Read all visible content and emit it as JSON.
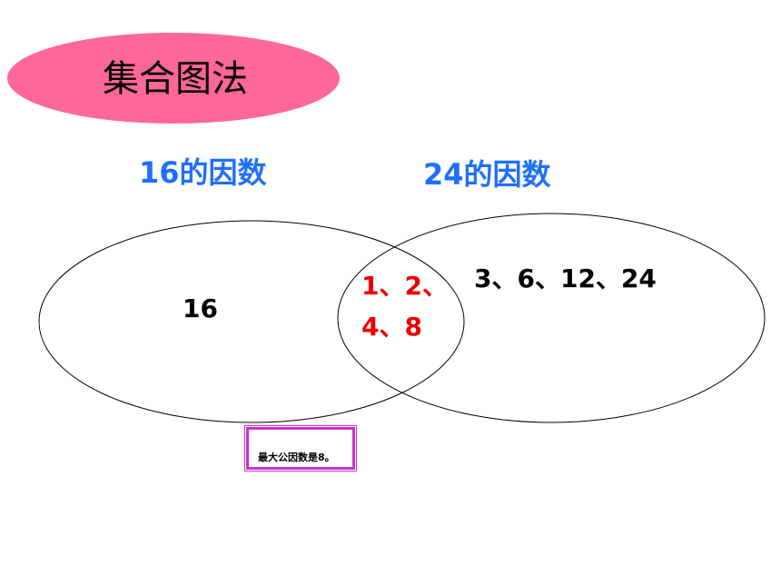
{
  "title": "集合图法",
  "set_a": {
    "label": "16的因数",
    "only_values": "16"
  },
  "set_b": {
    "label": "24的因数",
    "only_values": "3、6、12、24"
  },
  "intersection": {
    "line1": "1、2、",
    "line2": "4、8"
  },
  "conclusion": "最大公因数是8。",
  "colors": {
    "title_badge": "#ff6699",
    "set_label": "#1f6fff",
    "common_factors": "#ee0000",
    "answer_border": "#cc33cc"
  }
}
